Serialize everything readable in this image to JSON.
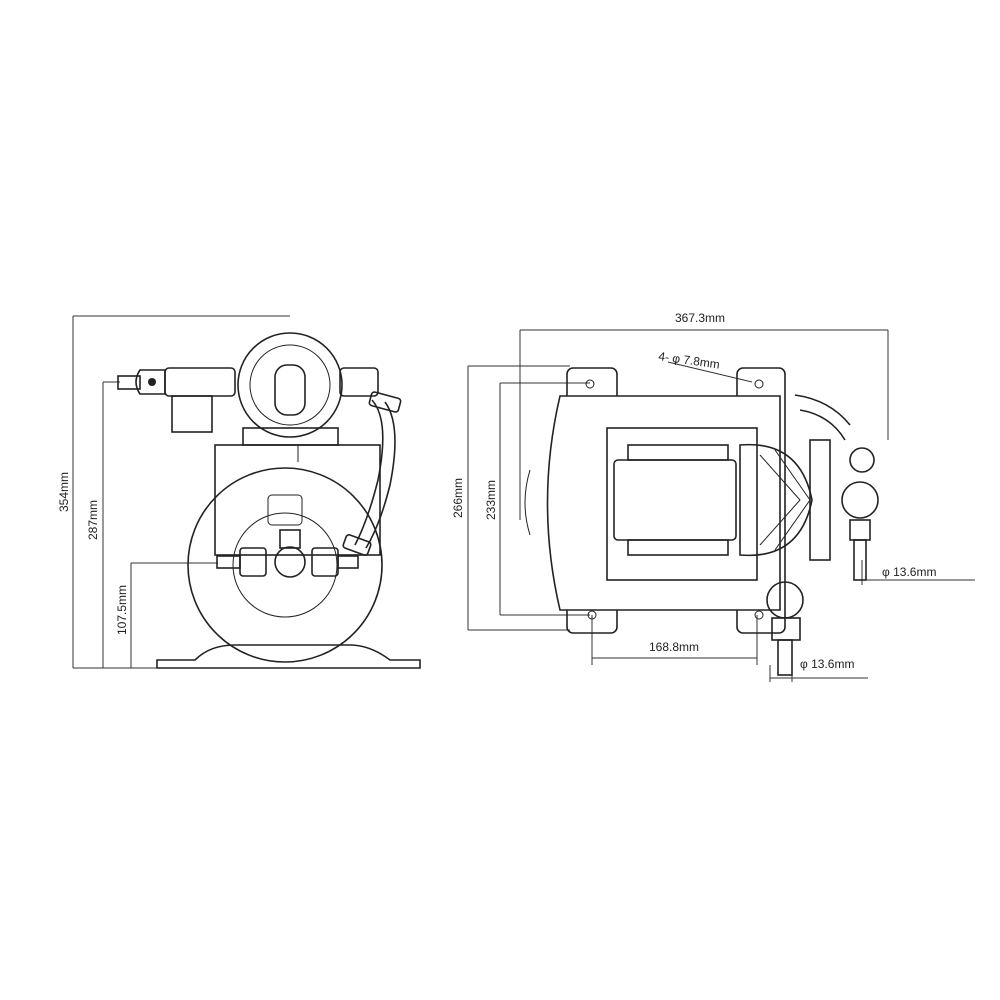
{
  "diagram": {
    "side_view": {
      "overall_height": "354mm",
      "inlet_height": "287mm",
      "outlet_height": "107.5mm"
    },
    "top_view": {
      "overall_length": "367.3mm",
      "mount_holes": "4- φ 7.8mm",
      "overall_width": "266mm",
      "hole_spacing_width": "233mm",
      "hole_spacing_length": "168.8mm",
      "outlet_diameter": "φ 13.6mm",
      "inlet_diameter": "φ 13.6mm"
    },
    "line_color": "#222222",
    "background_color": "#ffffff"
  }
}
